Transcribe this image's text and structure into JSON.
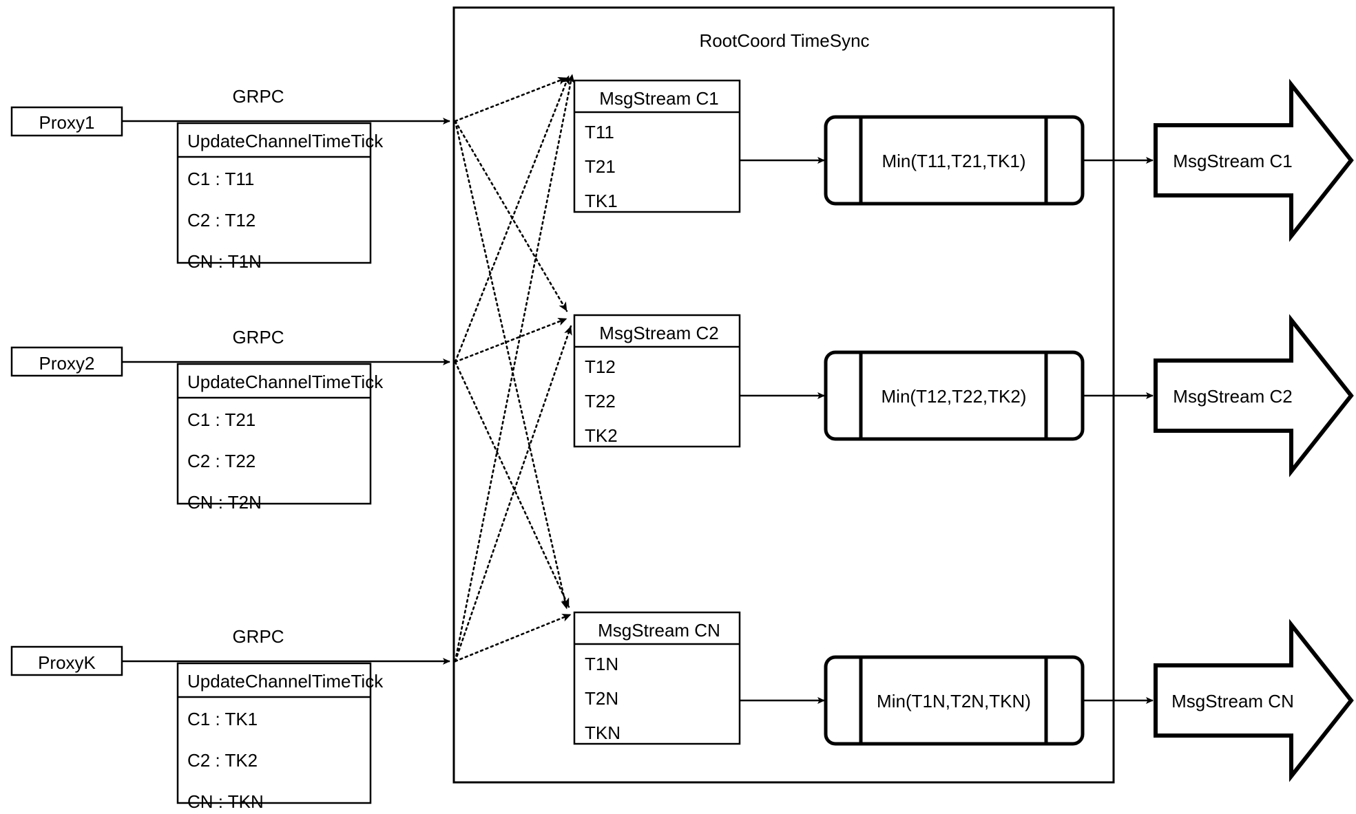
{
  "diagram": {
    "title": "RootCoord TimeSync",
    "container_label": "RootCoord TimeSync",
    "link_label_default": "GRPC"
  },
  "proxies": [
    {
      "name": "Proxy1",
      "link_label": "GRPC",
      "request": {
        "title": "UpdateChannelTimeTick",
        "rows": [
          "C1 :  T11",
          "C2 :  T12",
          "CN : T1N"
        ]
      }
    },
    {
      "name": "Proxy2",
      "link_label": "GRPC",
      "request": {
        "title": "UpdateChannelTimeTick",
        "rows": [
          "C1 :  T21",
          "C2 :  T22",
          "CN : T2N"
        ]
      }
    },
    {
      "name": "ProxyK",
      "link_label": "GRPC",
      "request": {
        "title": "UpdateChannelTimeTick",
        "rows": [
          "C1 :  TK1",
          "C2 :  TK2",
          "CN : TKN"
        ]
      }
    }
  ],
  "channels": [
    {
      "msgstream": {
        "title": "MsgStream C1",
        "rows": [
          "T11",
          "T21",
          "TK1"
        ]
      },
      "min_op": "Min(T11,T21,TK1)",
      "output": "MsgStream C1"
    },
    {
      "msgstream": {
        "title": "MsgStream C2",
        "rows": [
          "T12",
          "T22",
          "TK2"
        ]
      },
      "min_op": "Min(T12,T22,TK2)",
      "output": "MsgStream C2"
    },
    {
      "msgstream": {
        "title": "MsgStream CN",
        "rows": [
          "T1N",
          "T2N",
          "TKN"
        ]
      },
      "min_op": "Min(T1N,T2N,TKN)",
      "output": "MsgStream CN"
    }
  ],
  "colors": {
    "stroke": "#000000",
    "fill": "#ffffff",
    "text": "#000000"
  }
}
